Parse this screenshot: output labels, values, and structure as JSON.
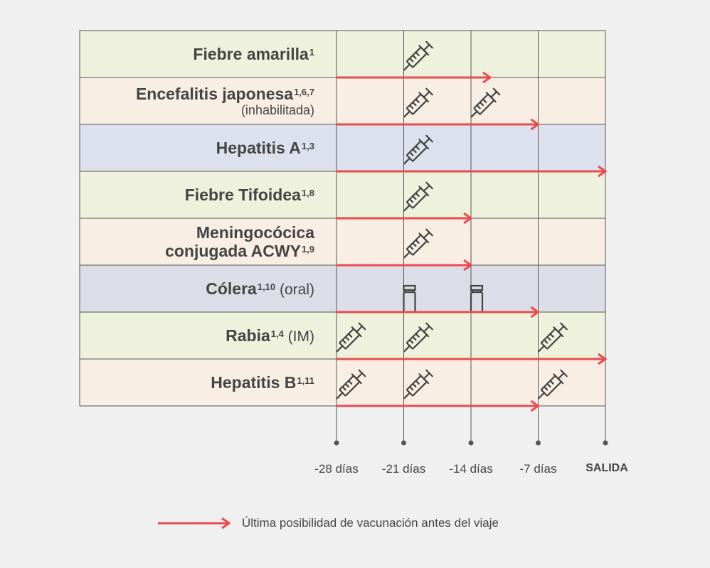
{
  "colors": {
    "arrow": "#e84c4f",
    "green_row": "#eef2dc",
    "peach_row": "#f9eee4",
    "blue_row": "#dde1ee",
    "gray_row": "#dcdde6",
    "grid": "#555555",
    "icon": "#444444"
  },
  "ticks": [
    {
      "label": "-28 días",
      "day": -28
    },
    {
      "label": "-21 días",
      "day": -21
    },
    {
      "label": "-14 días",
      "day": -14
    },
    {
      "label": "-7 días",
      "day": -7
    },
    {
      "label": "SALIDA",
      "day": 0
    }
  ],
  "rows": [
    {
      "name": "Fiebre amarilla",
      "sup": "1",
      "suffix": "",
      "note": "",
      "color": "green",
      "doses_syringe": [
        -21
      ],
      "doses_vial": [],
      "last_day": -12
    },
    {
      "name": "Encefalitis japonesa",
      "sup": "1,6,7",
      "suffix": "",
      "note": "(inhabilitada)",
      "color": "peach",
      "doses_syringe": [
        -21,
        -14
      ],
      "doses_vial": [],
      "last_day": -7
    },
    {
      "name": "Hepatitis A",
      "sup": "1,3",
      "suffix": "",
      "note": "",
      "color": "blue",
      "doses_syringe": [
        -21
      ],
      "doses_vial": [],
      "last_day": 0
    },
    {
      "name": "Fiebre Tifoidea",
      "sup": "1,8",
      "suffix": "",
      "note": "",
      "color": "green",
      "doses_syringe": [
        -21
      ],
      "doses_vial": [],
      "last_day": -14
    },
    {
      "name": "Meningocócica",
      "name2": "conjugada ACWY",
      "sup": "1,9",
      "suffix": "",
      "note": "",
      "color": "peach",
      "doses_syringe": [
        -21
      ],
      "doses_vial": [],
      "last_day": -14
    },
    {
      "name": "Cólera",
      "sup": "1,10",
      "suffix": " (oral)",
      "note": "",
      "color": "gray",
      "doses_syringe": [],
      "doses_vial": [
        -21,
        -14
      ],
      "last_day": -7
    },
    {
      "name": "Rabia",
      "sup": "1,4",
      "suffix": " (IM)",
      "note": "",
      "color": "green",
      "doses_syringe": [
        -28,
        -21,
        -7
      ],
      "doses_vial": [],
      "last_day": 0
    },
    {
      "name": "Hepatitis B",
      "sup": "1,11",
      "suffix": "",
      "note": "",
      "color": "peach",
      "doses_syringe": [
        -28,
        -21,
        -7
      ],
      "doses_vial": [],
      "last_day": -7
    }
  ],
  "legend": {
    "label": "Última posibilidad de vacunación antes del viaje",
    "icon": "red-arrow"
  }
}
